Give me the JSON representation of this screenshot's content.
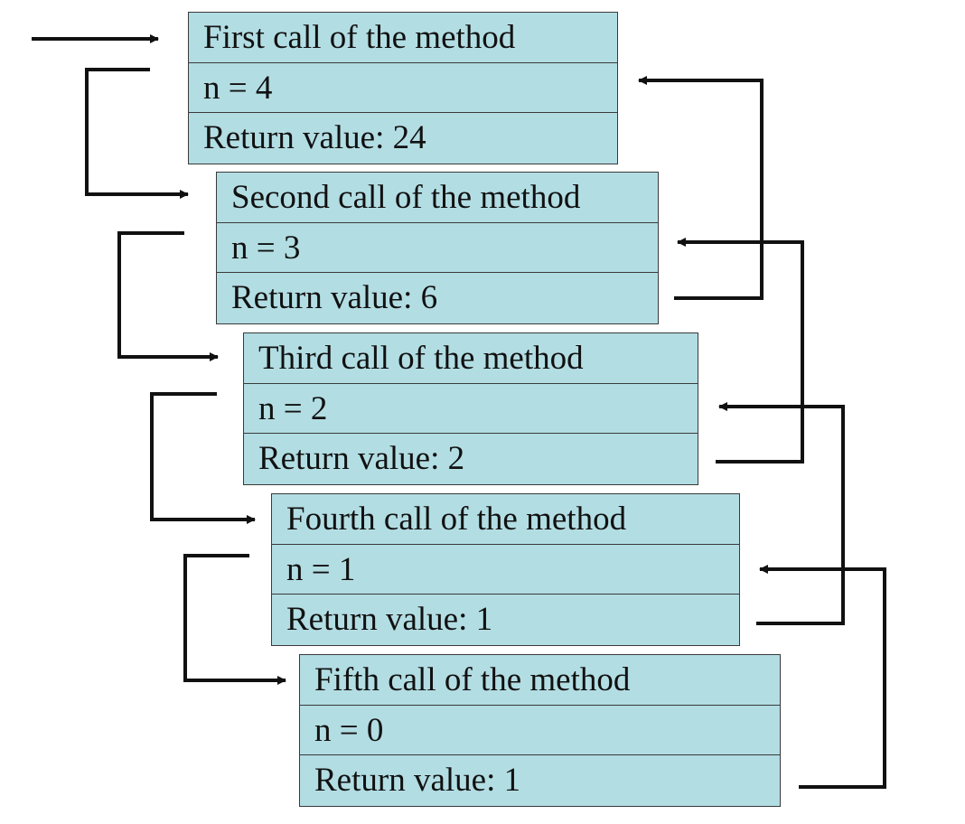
{
  "frames": [
    {
      "title": "First call of the method",
      "n": "n = 4",
      "ret": "Return value: 24"
    },
    {
      "title": "Second call of the method",
      "n": "n = 3",
      "ret": "Return value: 6"
    },
    {
      "title": "Third call of the method",
      "n": "n = 2",
      "ret": "Return value: 2"
    },
    {
      "title": "Fourth call of the method",
      "n": "n = 1",
      "ret": "Return value: 1"
    },
    {
      "title": "Fifth call of the method",
      "n": "n = 0",
      "ret": "Return value: 1"
    }
  ],
  "colors": {
    "box_fill": "#b2dde3",
    "box_border": "#3a3a3a",
    "arrow": "#111111"
  }
}
